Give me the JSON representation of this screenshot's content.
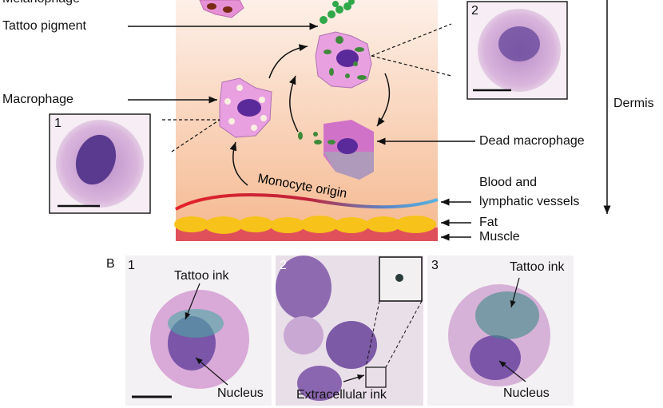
{
  "panel_a": {
    "labels": {
      "melanophage": "Melanophage",
      "tattoo_pigment": "Tattoo pigment",
      "macrophage": "Macrophage",
      "dead_macrophage": "Dead macrophage",
      "blood_line1": "Blood and",
      "blood_line2": "lymphatic vessels",
      "fat": "Fat",
      "muscle": "Muscle",
      "dermis": "Dermis",
      "monocyte_origin": "Monocyte origin"
    },
    "insets": [
      "1",
      "2"
    ]
  },
  "panel_b": {
    "label": "B",
    "images": [
      {
        "number": "1",
        "tattoo_ink": "Tattoo ink",
        "nucleus": "Nucleus"
      },
      {
        "number": "2",
        "extracellular_ink": "Extracellular ink"
      },
      {
        "number": "3",
        "tattoo_ink": "Tattoo ink",
        "nucleus": "Nucleus"
      }
    ]
  }
}
